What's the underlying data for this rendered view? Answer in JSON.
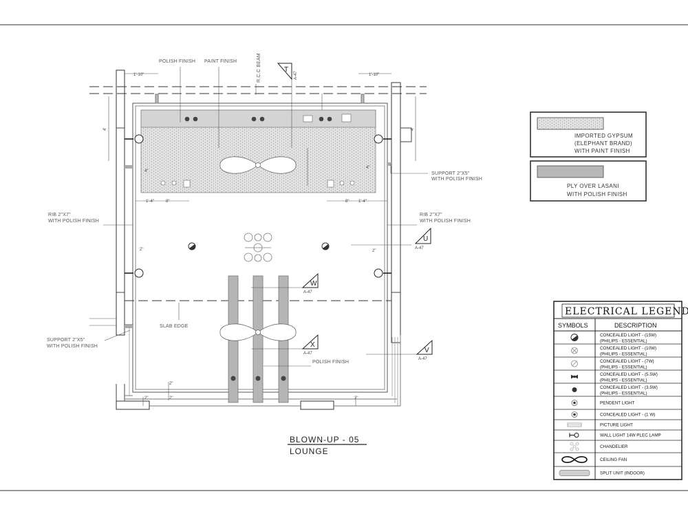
{
  "title": {
    "main": "BLOWN-UP - 05",
    "sub": "LOUNGE"
  },
  "annotations": {
    "polish_finish_top": "POLISH FINISH",
    "paint_finish": "PAINT FINISH",
    "rcc_beam": "R.C.C BEAM",
    "support_right": [
      "SUPPORT 2\"X5\"",
      "WITH POLISH FINISH"
    ],
    "rib_left": [
      "RIB 2\"X7\"",
      "WITH POLISH FINISH"
    ],
    "rib_right": [
      "RIB 2\"X7\"",
      "WITH POLISH FINISH"
    ],
    "support_left": [
      "SUPPORT 2\"X5\"",
      "WITH POLISH FINISH"
    ],
    "slab_edge": "SLAB EDGE",
    "polish_finish_bottom": "POLISH FINISH"
  },
  "section_markers": [
    {
      "letter": "T",
      "ref": "A-47"
    },
    {
      "letter": "U",
      "ref": "A-47"
    },
    {
      "letter": "W",
      "ref": "A-47"
    },
    {
      "letter": "X",
      "ref": "A-47"
    },
    {
      "letter": "V",
      "ref": "A-47"
    }
  ],
  "dimensions": {
    "top_left": "1'-10\"",
    "top_right": "1'-10\"",
    "left_4": "4'",
    "right_4": "4'",
    "in_left_4": "4\"",
    "in_right_4": "4\"",
    "bottom_left_14": "1'-4\"",
    "bottom_left_8": "8\"",
    "bottom_right_8": "8\"",
    "bottom_right_14": "1'-4\"",
    "side_left_2": "2\"",
    "side_right_2": "2\"",
    "base_a": "2\"",
    "base_b": "2\"",
    "base_c": "2\"",
    "base_d": "2\""
  },
  "materials": [
    {
      "lines": [
        "IMPORTED GYPSUM",
        "(ELEPHANT BRAND)",
        "WITH PAINT FINISH"
      ],
      "pattern": "dotted"
    },
    {
      "lines": [
        "PLY OVER LASANI",
        "WITH POLISH FINISH"
      ],
      "pattern": "solid"
    }
  ],
  "legend": {
    "title": "ELECTRICAL LEGEND",
    "headers": [
      "SYMBOLS",
      "DESCRIPTION"
    ],
    "rows": [
      {
        "icon": "half-filled-circle-icon",
        "text": [
          "CONCEALED LIGHT - (15W)",
          "(PHILIPS - ESSENTIAL)"
        ]
      },
      {
        "icon": "crossed-circle-icon",
        "text": [
          "CONCEALED LIGHT - (10W)",
          "(PHILIPS - ESSENTIAL)"
        ]
      },
      {
        "icon": "slashed-circle-icon",
        "text": [
          "CONCEALED LIGHT - (7W)",
          "(PHILIPS - ESSENTIAL)"
        ]
      },
      {
        "icon": "bowtie-light-icon",
        "text": [
          "CONCEALED LIGHT - (5.5W)",
          "(PHILIPS - ESSENTIAL)"
        ]
      },
      {
        "icon": "filled-dot-icon",
        "text": [
          "CONCEALED LIGHT - (3.5W)",
          "(PHILIPS - ESSENTIAL)"
        ]
      },
      {
        "icon": "pendent-light-icon",
        "text": [
          "PENDENT LIGHT"
        ]
      },
      {
        "icon": "small-dot-light-icon",
        "text": [
          "CONCEALED LIGHT - (1 W)"
        ]
      },
      {
        "icon": "picture-light-icon",
        "text": [
          "PICTURE  LIGHT"
        ]
      },
      {
        "icon": "wall-light-icon",
        "text": [
          "WALL LIGHT 14W PLEC LAMP"
        ]
      },
      {
        "icon": "chandelier-icon",
        "text": [
          "CHANDELIER"
        ]
      },
      {
        "icon": "ceiling-fan-icon",
        "text": [
          "CEILING FAN"
        ]
      },
      {
        "icon": "split-unit-icon",
        "text": [
          "SPLIT UNIT (INDOOR)"
        ]
      }
    ]
  }
}
